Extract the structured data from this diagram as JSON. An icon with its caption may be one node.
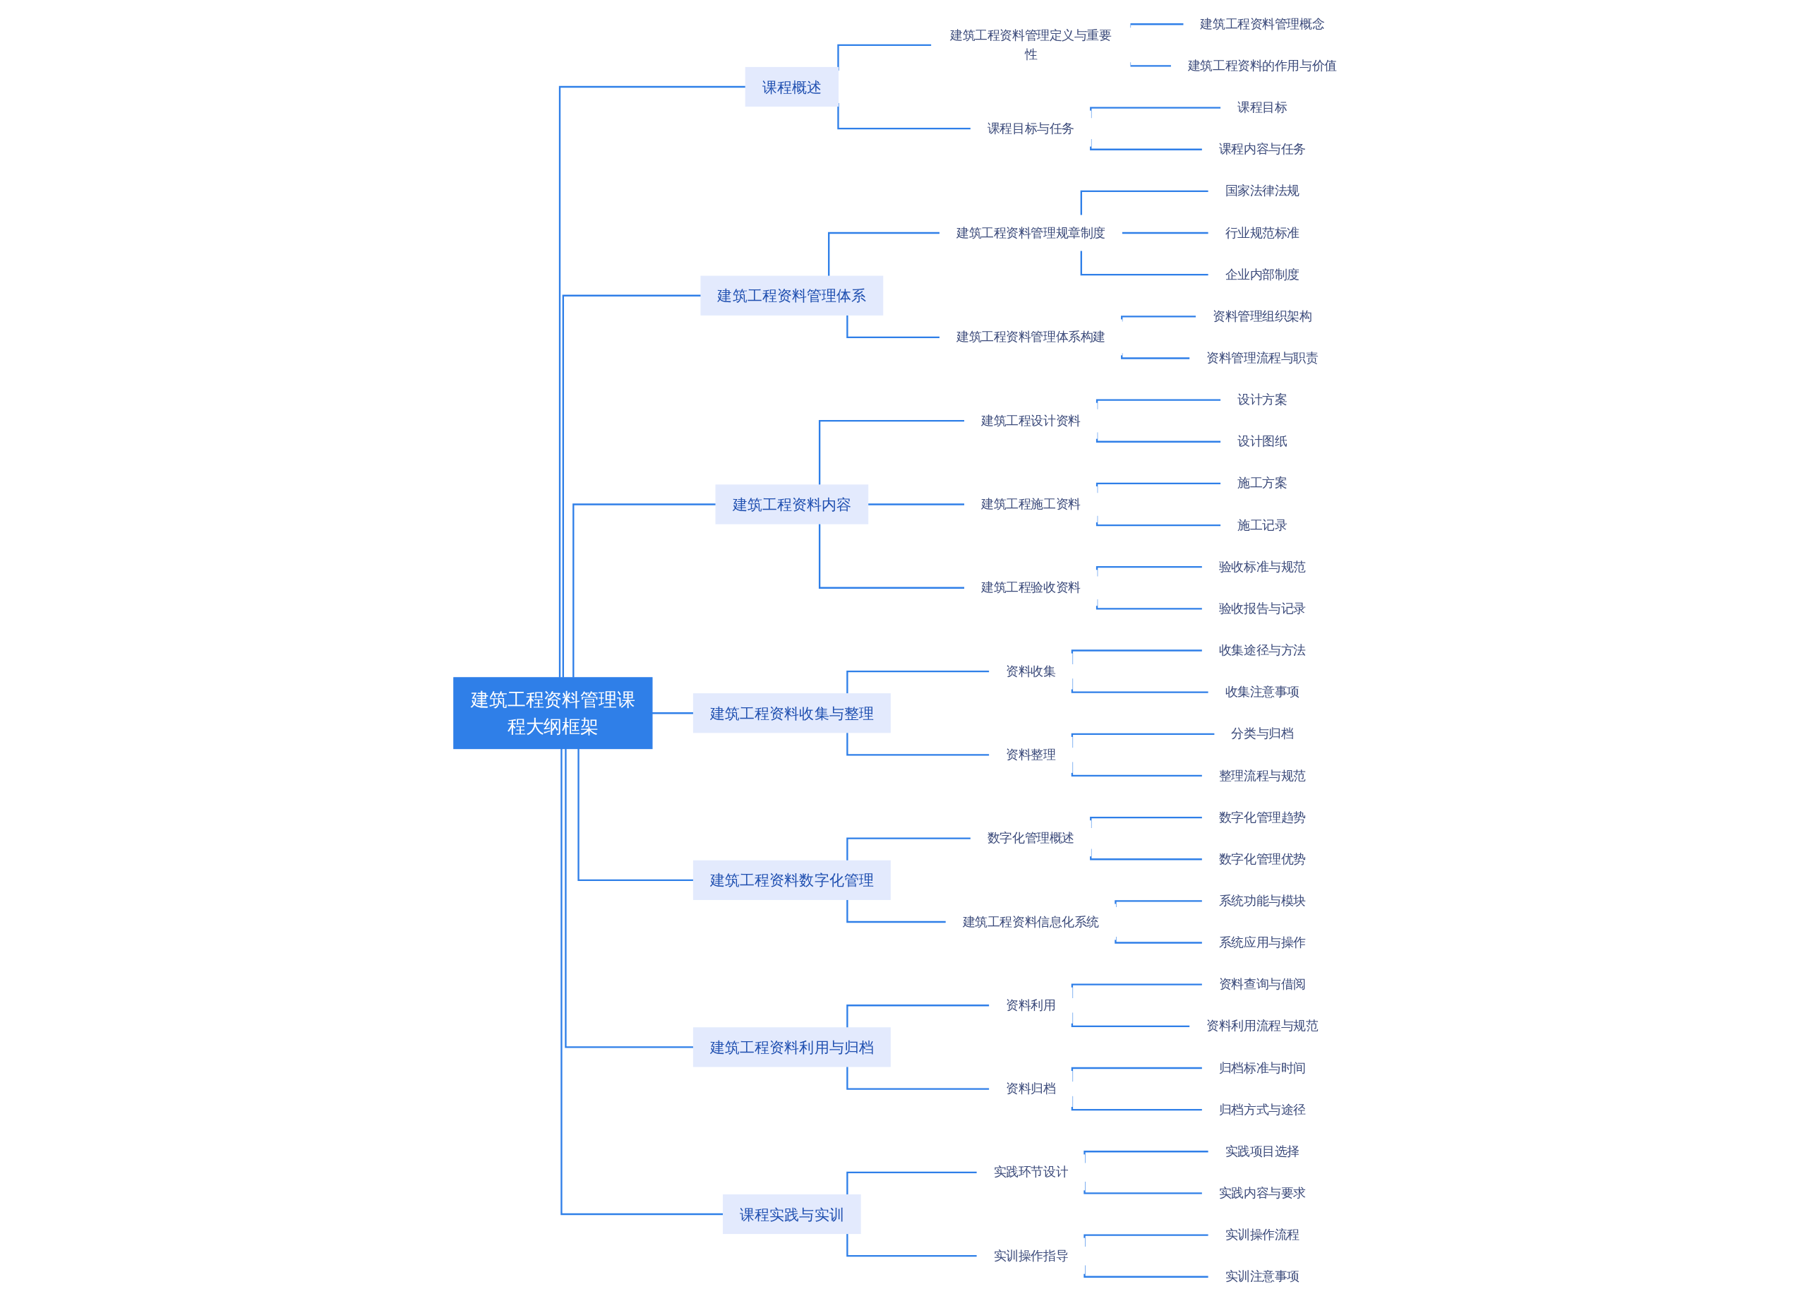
{
  "diagram": {
    "nodes": [
      {
        "text": [
          "建筑工程资料管理课程大纲框架"
        ]
      },
      {
        "text": [
          "课程概述"
        ]
      },
      {
        "text": [
          "建筑工程资料管理定义与重要性"
        ]
      },
      {
        "text": [
          "建筑工程资料管理概念"
        ]
      },
      {
        "text": [
          "建筑工程资料的作用与价值"
        ]
      },
      {
        "text": [
          "课程目标与任务"
        ]
      },
      {
        "text": [
          "课程目标"
        ]
      },
      {
        "text": [
          "课程内容与任务"
        ]
      },
      {
        "text": [
          "建筑工程资料管理体系"
        ]
      },
      {
        "text": [
          "建筑工程资料管理规章制度"
        ]
      },
      {
        "text": [
          "国家法律法规"
        ]
      },
      {
        "text": [
          "行业规范标准"
        ]
      },
      {
        "text": [
          "企业内部制度"
        ]
      },
      {
        "text": [
          "建筑工程资料管理体系构建"
        ]
      },
      {
        "text": [
          "资料管理组织架构"
        ]
      },
      {
        "text": [
          "资料管理流程与职责"
        ]
      },
      {
        "text": [
          "建筑工程资料内容"
        ]
      },
      {
        "text": [
          "建筑工程设计资料"
        ]
      },
      {
        "text": [
          "设计方案"
        ]
      },
      {
        "text": [
          "设计图纸"
        ]
      },
      {
        "text": [
          "建筑工程施工资料"
        ]
      },
      {
        "text": [
          "施工方案"
        ]
      },
      {
        "text": [
          "施工记录"
        ]
      },
      {
        "text": [
          "建筑工程验收资料"
        ]
      },
      {
        "text": [
          "验收标准与规范"
        ]
      },
      {
        "text": [
          "验收报告与记录"
        ]
      },
      {
        "text": [
          "建筑工程资料收集与整理"
        ]
      },
      {
        "text": [
          "资料收集"
        ]
      },
      {
        "text": [
          "收集途径与方法"
        ]
      },
      {
        "text": [
          "收集注意事项"
        ]
      },
      {
        "text": [
          "资料整理"
        ]
      },
      {
        "text": [
          "分类与归档"
        ]
      },
      {
        "text": [
          "整理流程与规范"
        ]
      },
      {
        "text": [
          "建筑工程资料数字化管理"
        ]
      },
      {
        "text": [
          "数字化管理概述"
        ]
      },
      {
        "text": [
          "数字化管理趋势"
        ]
      },
      {
        "text": [
          "数字化管理优势"
        ]
      },
      {
        "text": [
          "建筑工程资料信息化系统"
        ]
      },
      {
        "text": [
          "系统功能与模块"
        ]
      },
      {
        "text": [
          "系统应用与操作"
        ]
      },
      {
        "text": [
          "建筑工程资料利用与归档"
        ]
      },
      {
        "text": [
          "资料利用"
        ]
      },
      {
        "text": [
          "资料查询与借阅"
        ]
      },
      {
        "text": [
          "资料利用流程与规范"
        ]
      },
      {
        "text": [
          "资料归档"
        ]
      },
      {
        "text": [
          "归档标准与时间"
        ]
      },
      {
        "text": [
          "归档方式与途径"
        ]
      },
      {
        "text": [
          "课程实践与实训"
        ]
      },
      {
        "text": [
          "实践环节设计"
        ]
      },
      {
        "text": [
          "实践项目选择"
        ]
      },
      {
        "text": [
          "实践内容与要求"
        ]
      },
      {
        "text": [
          "实训操作指导"
        ]
      },
      {
        "text": [
          "实训操作流程"
        ]
      },
      {
        "text": [
          "实训注意事项"
        ]
      }
    ],
    "edges": [
      {
        "from": 0,
        "to": 1,
        "arrow": "none"
      },
      {
        "from": 1,
        "to": 2,
        "arrow": "none"
      },
      {
        "from": 2,
        "to": 3,
        "arrow": "none"
      },
      {
        "from": 2,
        "to": 4,
        "arrow": "none"
      },
      {
        "from": 1,
        "to": 5,
        "arrow": "none"
      },
      {
        "from": 5,
        "to": 6,
        "arrow": "none"
      },
      {
        "from": 5,
        "to": 7,
        "arrow": "none"
      },
      {
        "from": 0,
        "to": 8,
        "arrow": "none"
      },
      {
        "from": 8,
        "to": 9,
        "arrow": "none"
      },
      {
        "from": 9,
        "to": 10,
        "arrow": "none"
      },
      {
        "from": 9,
        "to": 11,
        "arrow": "none"
      },
      {
        "from": 9,
        "to": 12,
        "arrow": "none"
      },
      {
        "from": 8,
        "to": 13,
        "arrow": "none"
      },
      {
        "from": 13,
        "to": 14,
        "arrow": "none"
      },
      {
        "from": 13,
        "to": 15,
        "arrow": "none"
      },
      {
        "from": 0,
        "to": 16,
        "arrow": "none"
      },
      {
        "from": 16,
        "to": 17,
        "arrow": "none"
      },
      {
        "from": 17,
        "to": 18,
        "arrow": "none"
      },
      {
        "from": 17,
        "to": 19,
        "arrow": "none"
      },
      {
        "from": 16,
        "to": 20,
        "arrow": "none"
      },
      {
        "from": 20,
        "to": 21,
        "arrow": "none"
      },
      {
        "from": 20,
        "to": 22,
        "arrow": "none"
      },
      {
        "from": 16,
        "to": 23,
        "arrow": "none"
      },
      {
        "from": 23,
        "to": 24,
        "arrow": "none"
      },
      {
        "from": 23,
        "to": 25,
        "arrow": "none"
      },
      {
        "from": 0,
        "to": 26,
        "arrow": "none"
      },
      {
        "from": 26,
        "to": 27,
        "arrow": "none"
      },
      {
        "from": 27,
        "to": 28,
        "arrow": "none"
      },
      {
        "from": 27,
        "to": 29,
        "arrow": "none"
      },
      {
        "from": 26,
        "to": 30,
        "arrow": "none"
      },
      {
        "from": 30,
        "to": 31,
        "arrow": "none"
      },
      {
        "from": 30,
        "to": 32,
        "arrow": "none"
      },
      {
        "from": 0,
        "to": 33,
        "arrow": "none"
      },
      {
        "from": 33,
        "to": 34,
        "arrow": "none"
      },
      {
        "from": 34,
        "to": 35,
        "arrow": "none"
      },
      {
        "from": 34,
        "to": 36,
        "arrow": "none"
      },
      {
        "from": 33,
        "to": 37,
        "arrow": "none"
      },
      {
        "from": 37,
        "to": 38,
        "arrow": "none"
      },
      {
        "from": 37,
        "to": 39,
        "arrow": "none"
      },
      {
        "from": 0,
        "to": 40,
        "arrow": "none"
      },
      {
        "from": 40,
        "to": 41,
        "arrow": "none"
      },
      {
        "from": 41,
        "to": 42,
        "arrow": "none"
      },
      {
        "from": 41,
        "to": 43,
        "arrow": "none"
      },
      {
        "from": 40,
        "to": 44,
        "arrow": "none"
      },
      {
        "from": 44,
        "to": 45,
        "arrow": "none"
      },
      {
        "from": 44,
        "to": 46,
        "arrow": "none"
      },
      {
        "from": 0,
        "to": 47,
        "arrow": "none"
      },
      {
        "from": 47,
        "to": 48,
        "arrow": "none"
      },
      {
        "from": 48,
        "to": 49,
        "arrow": "none"
      },
      {
        "from": 48,
        "to": 50,
        "arrow": "none"
      },
      {
        "from": 47,
        "to": 51,
        "arrow": "none"
      },
      {
        "from": 51,
        "to": 52,
        "arrow": "none"
      },
      {
        "from": 51,
        "to": 53,
        "arrow": "none"
      }
    ]
  }
}
